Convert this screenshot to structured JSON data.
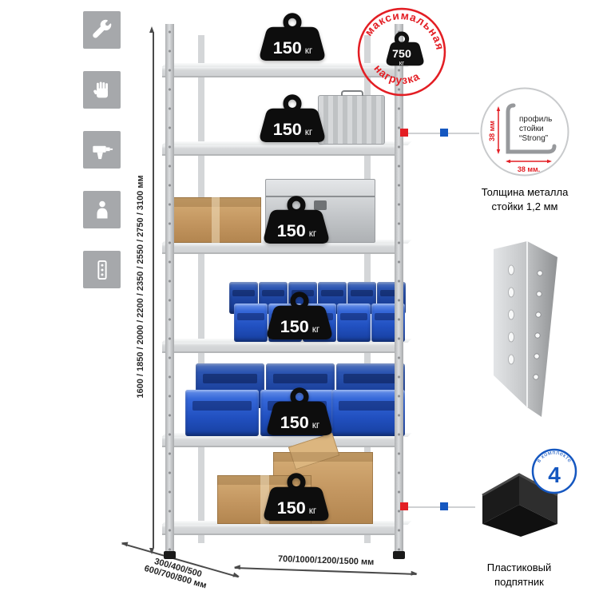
{
  "colors": {
    "accent_red": "#e31e24",
    "accent_blue": "#1557c0",
    "icon_grey": "#a6a8ab",
    "bin_blue": "#2150c0",
    "cardboard_tan": "#c39660",
    "badge_black": "#0d0d0d"
  },
  "left_icons": [
    {
      "name": "wrench-icon"
    },
    {
      "name": "glove-icon"
    },
    {
      "name": "drill-icon"
    },
    {
      "name": "person-icon"
    },
    {
      "name": "perforated-post-icon"
    }
  ],
  "dimensions": {
    "height": "1600 / 1850 / 2000 / 2200 / 2350 / 2550 / 2750 / 3100 мм",
    "width": "700/1000/1200/1500 мм",
    "depth_line1": "300/400/500",
    "depth_line2": "600/700/800 мм"
  },
  "rack": {
    "shelves": [
      {
        "load": "150",
        "unit": "кг"
      },
      {
        "load": "150",
        "unit": "кг"
      },
      {
        "load": "150",
        "unit": "кг"
      },
      {
        "load": "150",
        "unit": "кг"
      },
      {
        "load": "150",
        "unit": "кг"
      },
      {
        "load": "150",
        "unit": "кг"
      }
    ]
  },
  "max_load_stamp": {
    "arc_top": "максимальная",
    "arc_bottom": "нагрузка",
    "value": "750",
    "unit": "кг"
  },
  "profile_detail": {
    "label_line1": "профиль",
    "label_line2": "стойки",
    "label_line3": "“Strong”",
    "dim_vertical": "38 мм",
    "dim_horizontal": "38 мм.",
    "caption_line1": "Толщина металла",
    "caption_line2": "стойки 1,2 мм"
  },
  "foot_detail": {
    "badge_value": "4",
    "badge_arc": "в комплекте",
    "caption_line1": "Пластиковый",
    "caption_line2": "подпятник"
  }
}
